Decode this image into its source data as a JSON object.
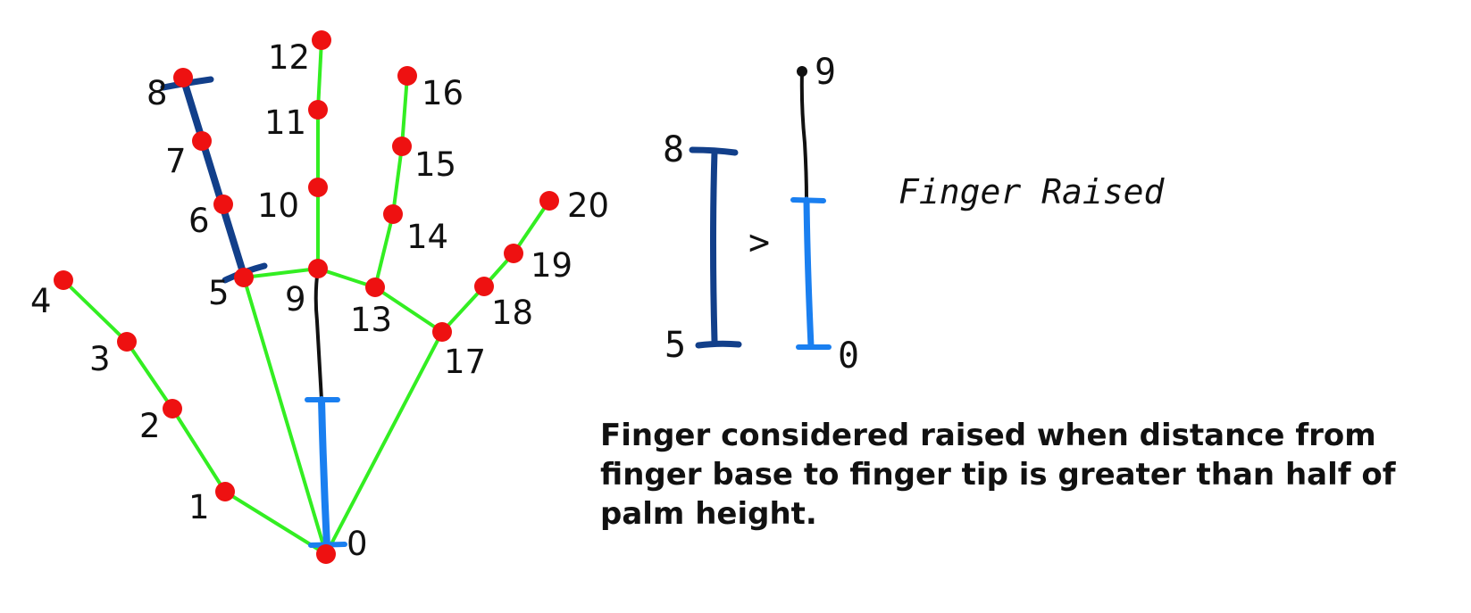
{
  "diagram": {
    "landmark_labels": [
      "0",
      "1",
      "2",
      "3",
      "4",
      "5",
      "6",
      "7",
      "8",
      "9",
      "10",
      "11",
      "12",
      "13",
      "14",
      "15",
      "16",
      "17",
      "18",
      "19",
      "20"
    ],
    "colors": {
      "landmark_dot": "#ee1111",
      "connection": "#33ee22",
      "finger_segment": "#123f8a",
      "palm_segment": "#1a7ff0",
      "guide_line": "#111111"
    },
    "comparison": {
      "finger_top_label": "8",
      "finger_bottom_label": "5",
      "operator": ">",
      "palm_top_label": "9",
      "palm_bottom_label": "0",
      "result": "Finger Raised"
    },
    "caption": "Finger considered raised when distance from finger base to finger tip is greater than half of palm height."
  }
}
